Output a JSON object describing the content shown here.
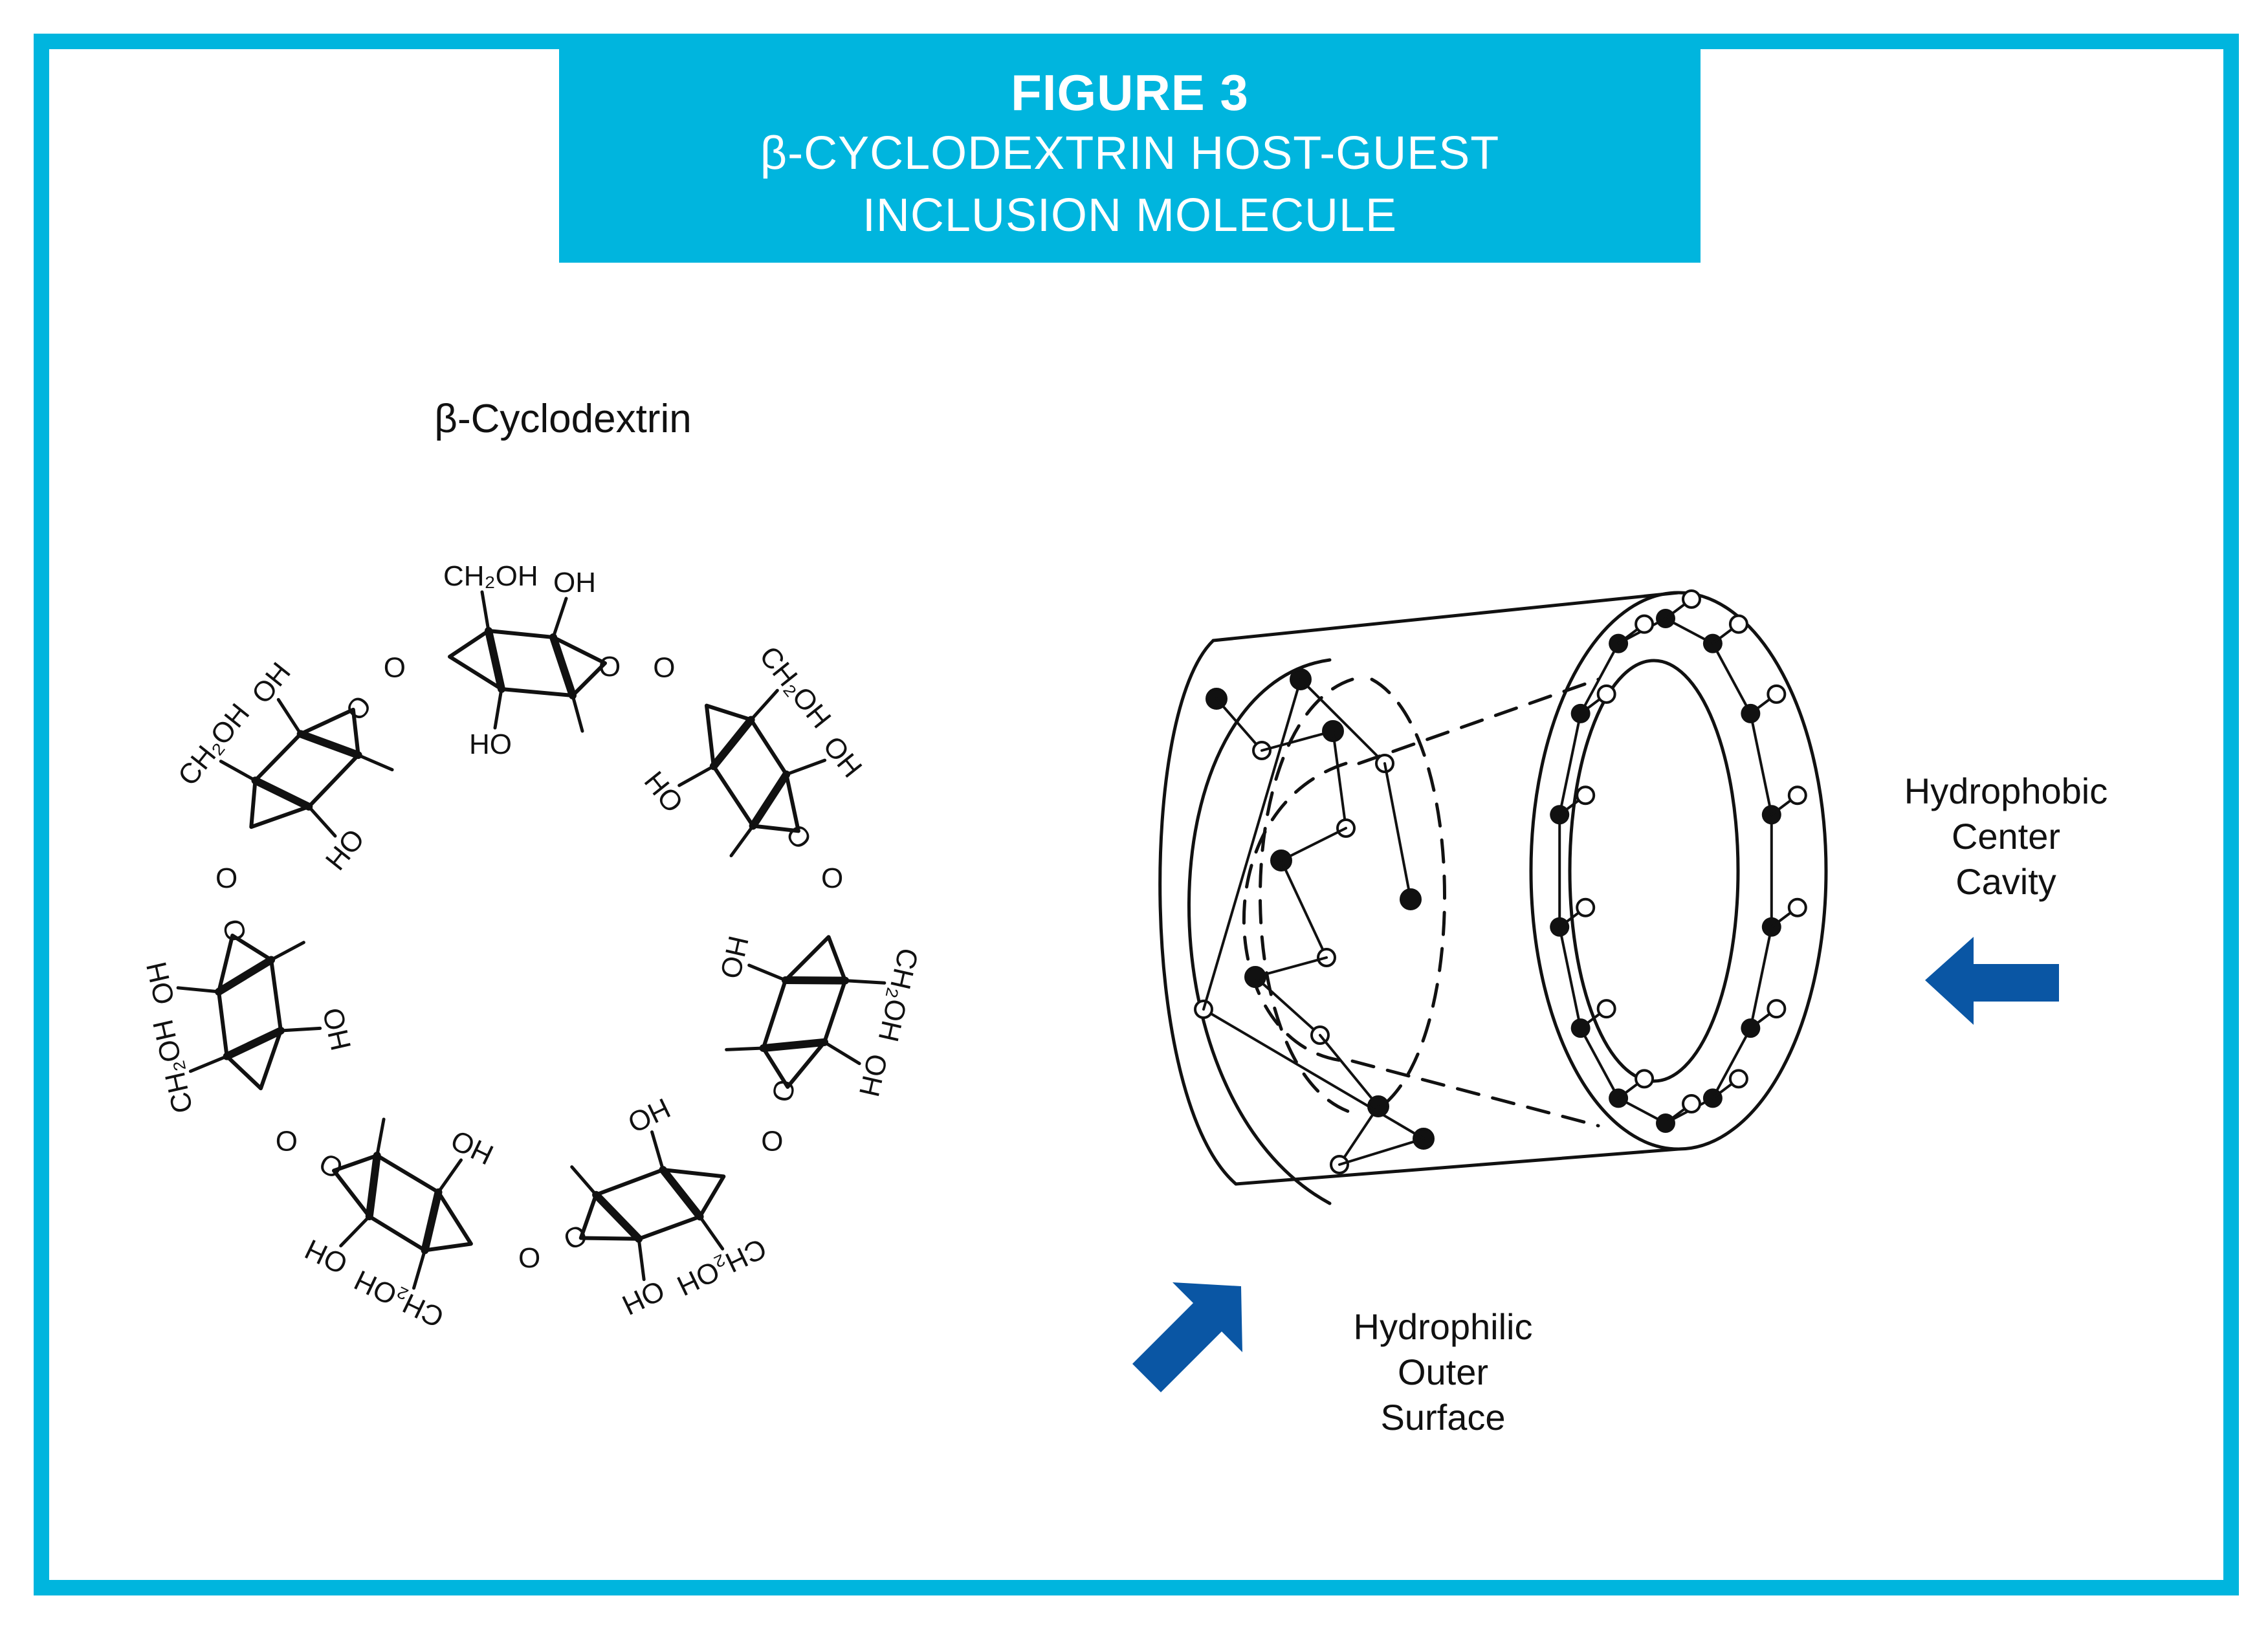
{
  "colors": {
    "frame": "#00b5de",
    "arrow": "#0a56a4",
    "ink": "#111111"
  },
  "header": {
    "figure_label": "FIGURE 3",
    "title_line1": "β-CYCLODEXTRIN HOST-GUEST",
    "title_line2": "INCLUSION MOLECULE"
  },
  "molecule": {
    "title": "β-Cyclodextrin",
    "units": 7,
    "group_labels": [
      "CH₂OH",
      "OH",
      "HO",
      "O"
    ]
  },
  "model": {
    "cavity_label_lines": [
      "Hydrophobic",
      "Center",
      "Cavity"
    ],
    "surface_label_lines": [
      "Hydrophilic",
      "Outer",
      "Surface"
    ]
  }
}
